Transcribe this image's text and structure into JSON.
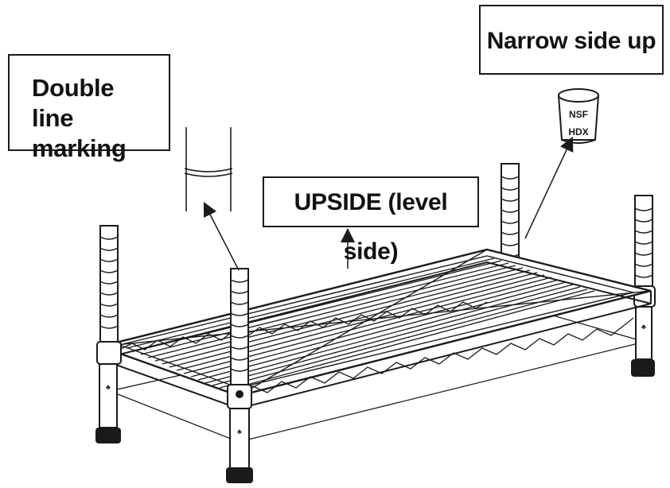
{
  "callouts": {
    "double_line_marking": {
      "line1": "Double",
      "line2": "line marking"
    },
    "narrow_side_up": "Narrow side up",
    "upside": "UPSIDE (level side)"
  },
  "sleeve": {
    "line1": "NSF",
    "line2": "HDX"
  },
  "colors": {
    "ink": "#1a1a1a",
    "paper": "#ffffff"
  }
}
